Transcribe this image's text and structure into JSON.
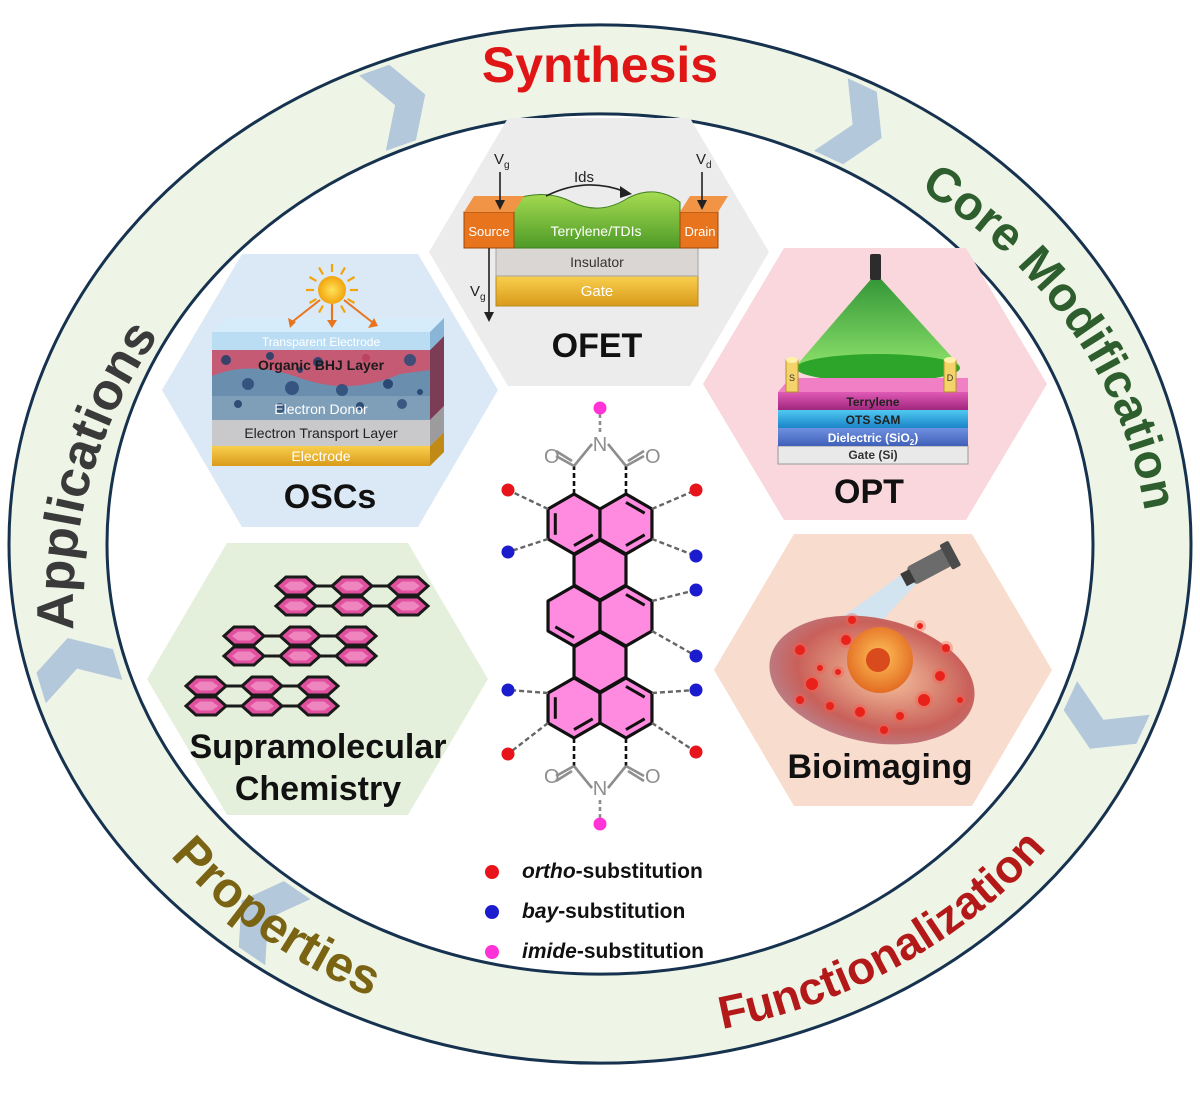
{
  "ring": {
    "synthesis": "Synthesis",
    "core_modification": "Core Modification",
    "functionalization": "Functionalization",
    "properties": "Properties",
    "applications": "Applications"
  },
  "ofet": {
    "label": "OFET",
    "vg_top": "V",
    "vg_top_sub": "g",
    "vd": "V",
    "vd_sub": "d",
    "ids": "Ids",
    "source": "Source",
    "drain": "Drain",
    "channel": "Terrylene/TDIs",
    "insulator": "Insulator",
    "gate": "Gate",
    "vg_bottom": "V",
    "vg_bottom_sub": "g"
  },
  "oscs": {
    "label": "OSCs",
    "layers": {
      "transparent_electrode": "Transparent Electrode",
      "bhj": "Organic BHJ Layer",
      "donor": "Electron Donor",
      "etl": "Electron Transport Layer",
      "electrode": "Electrode"
    }
  },
  "opt": {
    "label": "OPT",
    "layers": {
      "terrylene": "Terrylene",
      "ots": "OTS SAM",
      "dielectric": "Dielectric (SiO",
      "dielectric_sub": "2",
      "dielectric_end": ")",
      "gate": "Gate (Si)"
    },
    "source_mark": "S",
    "drain_mark": "D"
  },
  "supra": {
    "line1": "Supramolecular",
    "line2": "Chemistry"
  },
  "bio": {
    "label": "Bioimaging"
  },
  "molecule": {
    "atom_o": "O",
    "atom_n": "N"
  },
  "legend": [
    {
      "prefix": "ortho",
      "suffix": "-substitution",
      "color": "#e8141b"
    },
    {
      "prefix": "bay",
      "suffix": "-substitution",
      "color": "#1c1ccf"
    },
    {
      "prefix": "imide",
      "suffix": "-substitution",
      "color": "#ff33d6"
    }
  ],
  "colors": {
    "synthesis": "#e01616",
    "core": "#2e5e2e",
    "functionalization": "#b31919",
    "properties": "#7a6414",
    "applications": "#3a3a3a",
    "ring_fill": "#eef5e6",
    "ring_stroke": "#16324f",
    "chevron": "#a9c0d8",
    "ring_pink": "#ff8be0"
  }
}
